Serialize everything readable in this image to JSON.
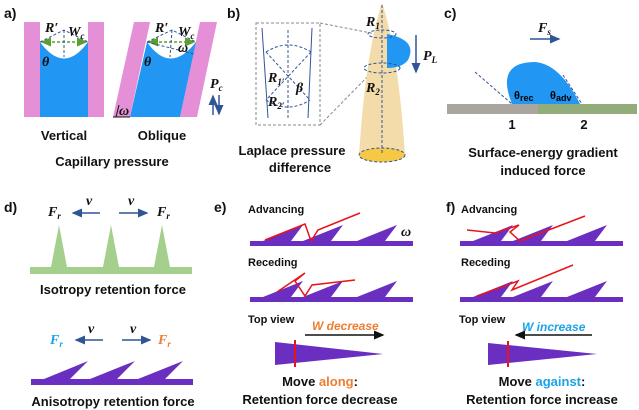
{
  "panels": {
    "a": {
      "label": "a)",
      "vertical": "Vertical",
      "oblique": "Oblique",
      "caption": "Capillary pressure",
      "r_prime": "R′",
      "w": "W",
      "w_sub": "c",
      "theta": "θ",
      "omega": "ω",
      "p": "P",
      "p_sub": "c"
    },
    "b": {
      "label": "b)",
      "caption1": "Laplace pressure",
      "caption2": "difference",
      "r": "R",
      "r1_sub": "1",
      "r2_sub": "2",
      "r1p_sub": "1′",
      "r2p_sub": "2′",
      "beta": "β",
      "p": "P",
      "p_sub": "L"
    },
    "c": {
      "label": "c)",
      "f": "F",
      "f_sub": "s",
      "theta": "θ",
      "rec": "rec",
      "adv": "adv",
      "region1": "1",
      "region2": "2",
      "caption1": "Surface-energy gradient",
      "caption2": "induced force"
    },
    "d": {
      "label": "d)",
      "f": "F",
      "f_sub": "r",
      "v": "v",
      "iso_caption": "Isotropy retention force",
      "aniso_caption": "Anisotropy retention force"
    },
    "e": {
      "label": "e)",
      "advancing": "Advancing",
      "receding": "Receding",
      "top_view": "Top view",
      "omega": "ω",
      "w_text": "W decrease",
      "move": "Move ",
      "dir": "along",
      "colon": ":",
      "result": "Retention force decrease"
    },
    "f": {
      "label": "f)",
      "advancing": "Advancing",
      "receding": "Receding",
      "top_view": "Top view",
      "w_text": "W increase",
      "move": "Move ",
      "dir": "against",
      "colon": ":",
      "result": "Retention force increase"
    }
  },
  "colors": {
    "wall": "#e58fd6",
    "water": "#2196f3",
    "cone": "#f3dcaa",
    "purple": "#6a2fc0",
    "green": "#a5cf8c",
    "red": "#e8141c",
    "orange": "#ed7d31",
    "cyan": "#1aa3e8",
    "arrow": "#2f5597"
  }
}
